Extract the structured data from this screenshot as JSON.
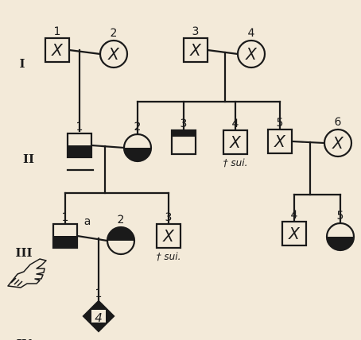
{
  "generations": [
    "I",
    "II",
    "III",
    "IV"
  ],
  "individuals": [
    {
      "id": "I-1",
      "gen": "I",
      "number": "1",
      "sex": "male",
      "affected": "none",
      "mark": "X",
      "note": ""
    },
    {
      "id": "I-2",
      "gen": "I",
      "number": "2",
      "sex": "female",
      "affected": "none",
      "mark": "X",
      "note": ""
    },
    {
      "id": "I-3",
      "gen": "I",
      "number": "3",
      "sex": "male",
      "affected": "none",
      "mark": "X",
      "note": ""
    },
    {
      "id": "I-4",
      "gen": "I",
      "number": "4",
      "sex": "female",
      "affected": "none",
      "mark": "X",
      "note": ""
    },
    {
      "id": "II-1",
      "gen": "II",
      "number": "1",
      "sex": "male",
      "affected": "lower-half",
      "mark": "",
      "note": ""
    },
    {
      "id": "II-2",
      "gen": "II",
      "number": "2",
      "sex": "female",
      "affected": "lower-half",
      "mark": "",
      "note": ""
    },
    {
      "id": "II-3",
      "gen": "II",
      "number": "3",
      "sex": "male",
      "affected": "top-band",
      "mark": "",
      "note": ""
    },
    {
      "id": "II-4",
      "gen": "II",
      "number": "4",
      "sex": "male",
      "affected": "none",
      "mark": "X",
      "note": "† sui."
    },
    {
      "id": "II-5",
      "gen": "II",
      "number": "5",
      "sex": "male",
      "affected": "none",
      "mark": "X",
      "note": ""
    },
    {
      "id": "II-6",
      "gen": "II",
      "number": "6",
      "sex": "female",
      "affected": "none",
      "mark": "X",
      "note": ""
    },
    {
      "id": "III-1",
      "gen": "III",
      "number": "1",
      "sex": "male",
      "affected": "lower-half",
      "mark": "",
      "note": "",
      "extra_label": "a"
    },
    {
      "id": "III-2",
      "gen": "III",
      "number": "2",
      "sex": "female",
      "affected": "upper-half",
      "mark": "",
      "note": ""
    },
    {
      "id": "III-3",
      "gen": "III",
      "number": "3",
      "sex": "male",
      "affected": "none",
      "mark": "X",
      "note": "† sui."
    },
    {
      "id": "III-4",
      "gen": "III",
      "number": "4",
      "sex": "male",
      "affected": "none",
      "mark": "X",
      "note": ""
    },
    {
      "id": "III-5",
      "gen": "III",
      "number": "5",
      "sex": "female",
      "affected": "lower-half",
      "mark": "",
      "note": ""
    },
    {
      "id": "IV-1",
      "gen": "IV",
      "number": "1",
      "sex": "unknown",
      "affected": "filled",
      "mark": "4",
      "note": ""
    }
  ],
  "proband": "III-1",
  "proband_symbol": "pointing-hand-icon"
}
